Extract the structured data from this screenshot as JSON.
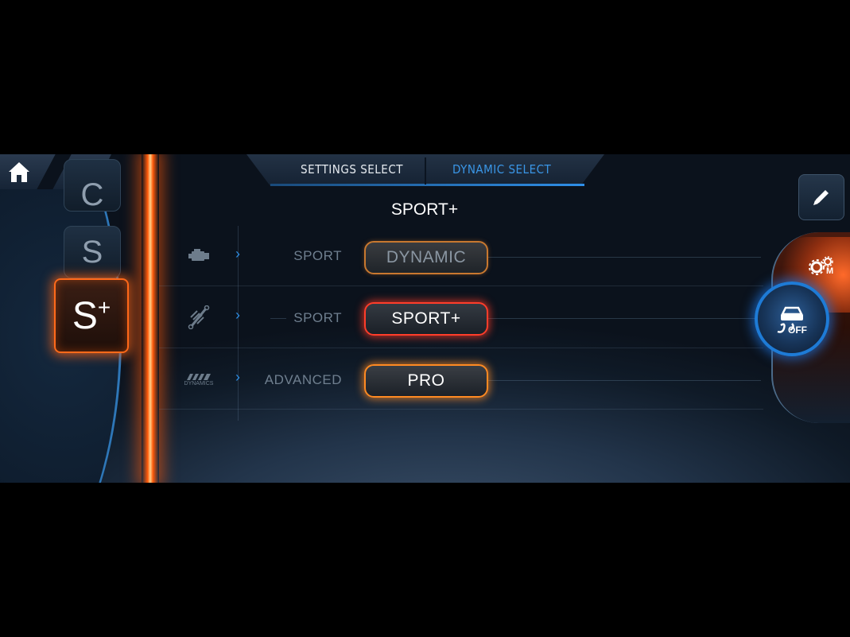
{
  "tabs": {
    "settings_select": "SETTINGS SELECT",
    "dynamic_select": "DYNAMIC SELECT"
  },
  "heading": "SPORT+",
  "drive_modes": {
    "c": "C",
    "s": "S",
    "s_plus": "S",
    "s_plus_sup": "+"
  },
  "rows": [
    {
      "icon": "engine-icon",
      "label": "SPORT",
      "button": "DYNAMIC"
    },
    {
      "icon": "suspension-spring-icon",
      "label": "SPORT",
      "button": "SPORT+"
    },
    {
      "icon": "amg-dynamics-icon",
      "icon_text": "DYNAMICS",
      "label": "ADVANCED",
      "button": "PRO"
    }
  ],
  "esp_button": {
    "label": "OFF"
  },
  "gear_badge": "M",
  "colors": {
    "accent_blue": "#2f8fe8",
    "active_tab": "#3a96e6",
    "flame_orange": "#ff6a1a",
    "highlight_red": "#ff3d2a"
  }
}
